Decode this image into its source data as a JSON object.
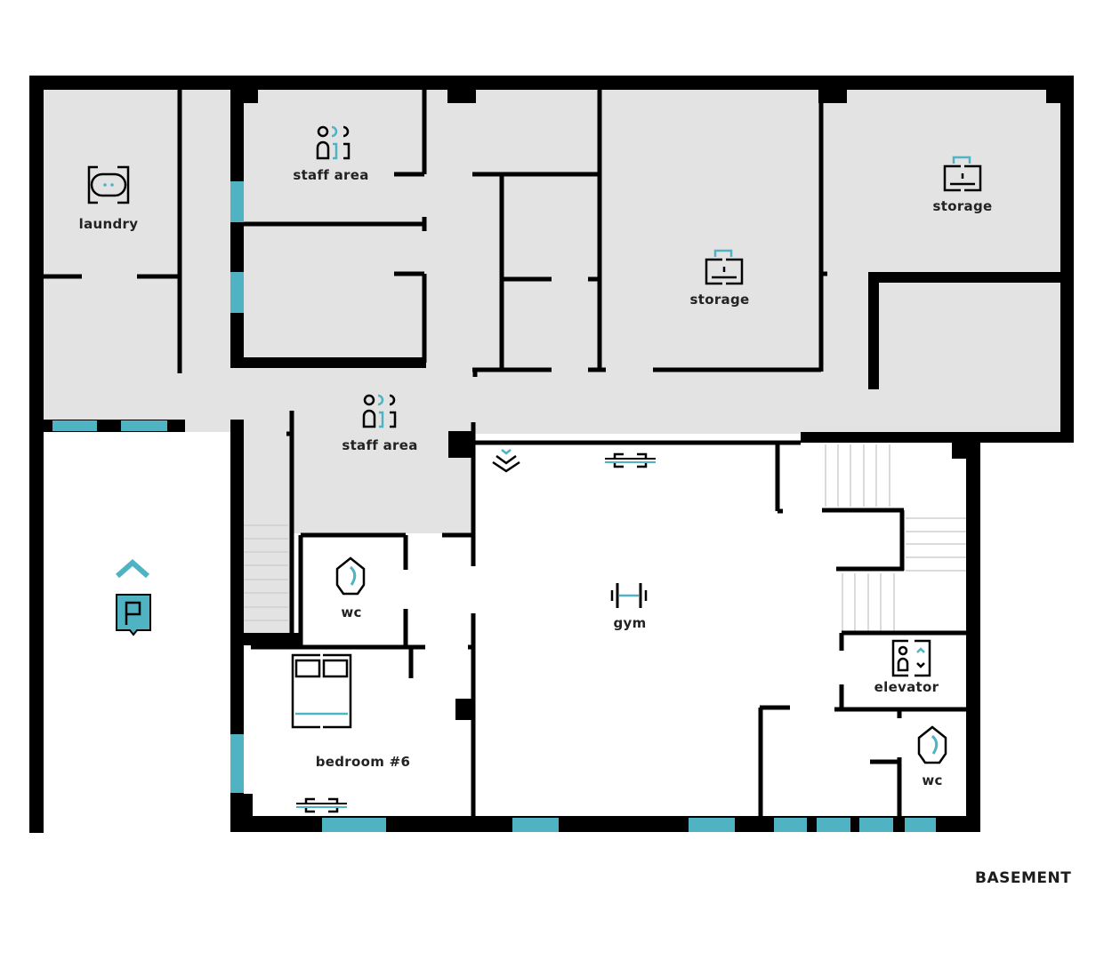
{
  "floor": {
    "label": "BASEMENT"
  },
  "colors": {
    "wall": "#000000",
    "floor_shaded": "#e3e3e3",
    "floor_open": "#ffffff",
    "accent": "#4fb3c3",
    "text": "#222222"
  },
  "rooms": [
    {
      "id": "laundry",
      "label": "laundry",
      "icon": "washing-machine-icon"
    },
    {
      "id": "staff-area-1",
      "label": "staff area",
      "icon": "people-group-icon"
    },
    {
      "id": "storage-1",
      "label": "storage",
      "icon": "storage-box-icon"
    },
    {
      "id": "storage-2",
      "label": "storage",
      "icon": "storage-box-icon"
    },
    {
      "id": "staff-area-2",
      "label": "staff area",
      "icon": "people-group-icon"
    },
    {
      "id": "wc-1",
      "label": "wc",
      "icon": "toilet-icon"
    },
    {
      "id": "bedroom-6",
      "label": "bedroom #6",
      "icon": "double-bed-icon"
    },
    {
      "id": "gym",
      "label": "gym",
      "icon": "dumbbell-icon"
    },
    {
      "id": "elevator",
      "label": "elevator",
      "icon": "elevator-icon"
    },
    {
      "id": "wc-2",
      "label": "wc",
      "icon": "toilet-icon"
    },
    {
      "id": "parking",
      "label": "",
      "icon": "parking-icon"
    }
  ],
  "fixtures": [
    {
      "type": "heater-icon",
      "room": "gym"
    },
    {
      "type": "heater-icon",
      "room": "bedroom-6"
    },
    {
      "type": "floor-heating-icon",
      "room": "gym"
    }
  ]
}
